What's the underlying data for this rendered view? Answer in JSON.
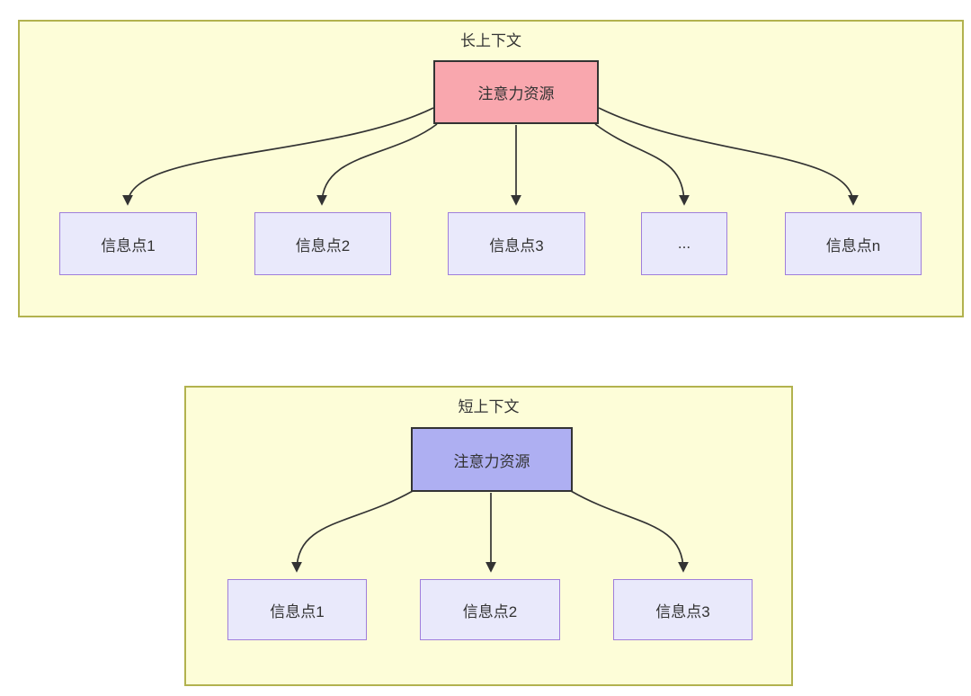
{
  "sections": [
    {
      "title": "长上下文",
      "attention": {
        "label": "注意力资源",
        "fill": "#f9a7ae"
      },
      "targets": [
        {
          "label": "信息点1"
        },
        {
          "label": "信息点2"
        },
        {
          "label": "信息点3"
        },
        {
          "label": "..."
        },
        {
          "label": "信息点n"
        }
      ]
    },
    {
      "title": "短上下文",
      "attention": {
        "label": "注意力资源",
        "fill": "#aeaff2"
      },
      "targets": [
        {
          "label": "信息点1"
        },
        {
          "label": "信息点2"
        },
        {
          "label": "信息点3"
        }
      ]
    }
  ],
  "colors": {
    "page_background": "#ffffff",
    "container_fill": "#fdfdd8",
    "container_border": "#b2b24e",
    "attention_long_fill": "#f9a7ae",
    "attention_short_fill": "#aeaff2",
    "attention_border": "#333333",
    "info_fill": "#e9e9fb",
    "info_border": "#9f7edb",
    "arrow": "#333333",
    "text": "#333333"
  }
}
